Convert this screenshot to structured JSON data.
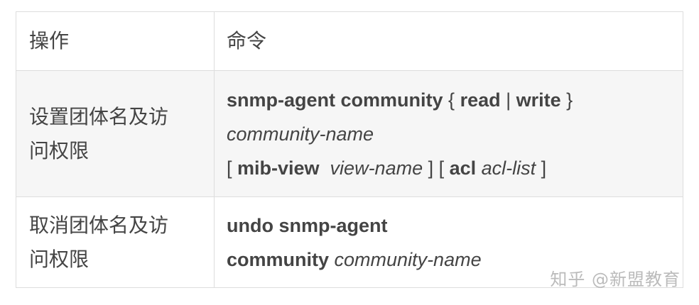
{
  "header": {
    "op": "操作",
    "cmd": "命令"
  },
  "rows": [
    {
      "op_lines": [
        "设置团体名及访",
        "问权限"
      ],
      "cmd": {
        "l1_a": "snmp-agent community",
        "l1_b": " { ",
        "l1_c": "read",
        "l1_d": " | ",
        "l1_e": "write",
        "l1_f": " }",
        "l2_a": "community-name",
        "l3_a": "[ ",
        "l3_b": "mib-view",
        "l3_c": "  view-name",
        "l3_d": " ] [ ",
        "l3_e": "acl",
        "l3_f": " acl-list",
        "l3_g": " ]"
      }
    },
    {
      "op_lines": [
        "取消团体名及访",
        "问权限"
      ],
      "cmd": {
        "l1_a": "undo snmp-agent",
        "l2_a": "community",
        "l2_b": " community-name"
      }
    }
  ],
  "watermark": "知乎 @新盟教育"
}
